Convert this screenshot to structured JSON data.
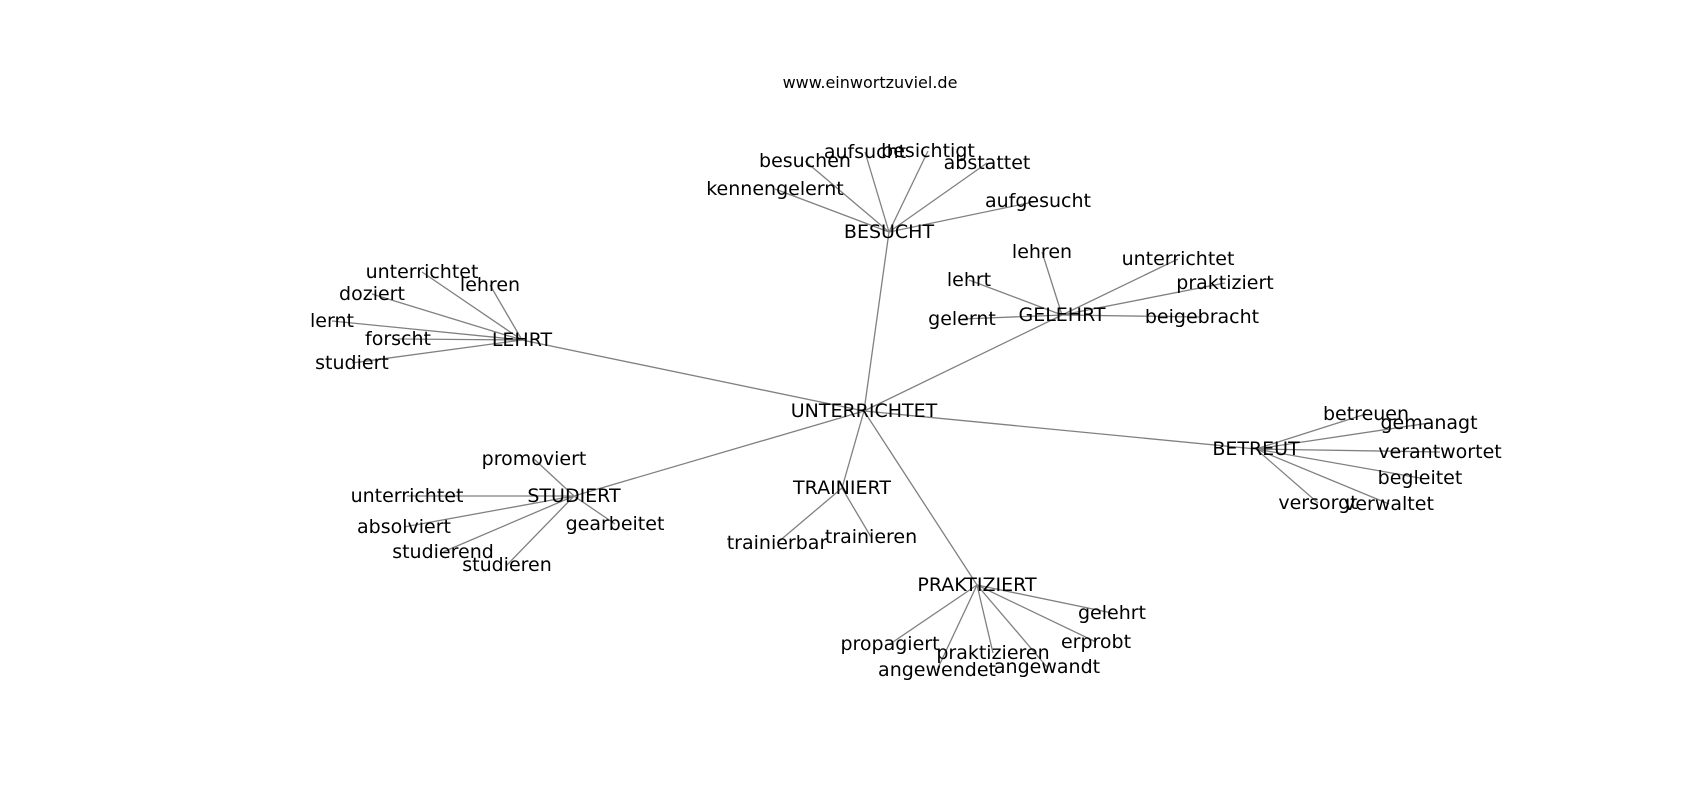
{
  "header": {
    "site": "www.einwortzuviel.de"
  },
  "graph": {
    "edge_color": "#808080",
    "label_color": "#000000",
    "root": "UNTERRICHTET",
    "groups": [
      {
        "id": "besucht",
        "label": "BESUCHT",
        "leaves": [
          {
            "id": "besucht-kennengelernt",
            "label": "kennengelernt"
          },
          {
            "id": "besucht-besuchen",
            "label": "besuchen"
          },
          {
            "id": "besucht-aufsucht",
            "label": "aufsucht"
          },
          {
            "id": "besucht-besichtigt",
            "label": "besichtigt"
          },
          {
            "id": "besucht-abstattet",
            "label": "abstattet"
          },
          {
            "id": "besucht-aufgesucht",
            "label": "aufgesucht"
          }
        ]
      },
      {
        "id": "gelehrt",
        "label": "GELEHRT",
        "leaves": [
          {
            "id": "gelehrt-lehren",
            "label": "lehren"
          },
          {
            "id": "gelehrt-lehrt",
            "label": "lehrt"
          },
          {
            "id": "gelehrt-unterrichtet",
            "label": "unterrichtet"
          },
          {
            "id": "gelehrt-praktiziert",
            "label": "praktiziert"
          },
          {
            "id": "gelehrt-gelernt",
            "label": "gelernt"
          },
          {
            "id": "gelehrt-beigebracht",
            "label": "beigebracht"
          }
        ]
      },
      {
        "id": "lehrt",
        "label": "LEHRT",
        "leaves": [
          {
            "id": "lehrt-unterrichtet",
            "label": "unterrichtet"
          },
          {
            "id": "lehrt-lehren",
            "label": "lehren"
          },
          {
            "id": "lehrt-doziert",
            "label": "doziert"
          },
          {
            "id": "lehrt-lernt",
            "label": "lernt"
          },
          {
            "id": "lehrt-forscht",
            "label": "forscht"
          },
          {
            "id": "lehrt-studiert",
            "label": "studiert"
          }
        ]
      },
      {
        "id": "betreut",
        "label": "BETREUT",
        "leaves": [
          {
            "id": "betreut-betreuen",
            "label": "betreuen"
          },
          {
            "id": "betreut-gemanagt",
            "label": "gemanagt"
          },
          {
            "id": "betreut-verantwortet",
            "label": "verantwortet"
          },
          {
            "id": "betreut-begleitet",
            "label": "begleitet"
          },
          {
            "id": "betreut-versorgt",
            "label": "versorgt"
          },
          {
            "id": "betreut-verwaltet",
            "label": "verwaltet"
          }
        ]
      },
      {
        "id": "studiert",
        "label": "STUDIERT",
        "leaves": [
          {
            "id": "studiert-promoviert",
            "label": "promoviert"
          },
          {
            "id": "studiert-unterrichtet",
            "label": "unterrichtet"
          },
          {
            "id": "studiert-absolviert",
            "label": "absolviert"
          },
          {
            "id": "studiert-gearbeitet",
            "label": "gearbeitet"
          },
          {
            "id": "studiert-studierend",
            "label": "studierend"
          },
          {
            "id": "studiert-studieren",
            "label": "studieren"
          }
        ]
      },
      {
        "id": "trainiert",
        "label": "TRAINIERT",
        "leaves": [
          {
            "id": "trainiert-trainierbar",
            "label": "trainierbar"
          },
          {
            "id": "trainiert-trainieren",
            "label": "trainieren"
          }
        ]
      },
      {
        "id": "praktiziert",
        "label": "PRAKTIZIERT",
        "leaves": [
          {
            "id": "praktiziert-gelehrt",
            "label": "gelehrt"
          },
          {
            "id": "praktiziert-erprobt",
            "label": "erprobt"
          },
          {
            "id": "praktiziert-propagiert",
            "label": "propagiert"
          },
          {
            "id": "praktiziert-praktizieren",
            "label": "praktizieren"
          },
          {
            "id": "praktiziert-angewendet",
            "label": "angewendet"
          },
          {
            "id": "praktiziert-angewandt",
            "label": "angewandt"
          }
        ]
      }
    ]
  }
}
